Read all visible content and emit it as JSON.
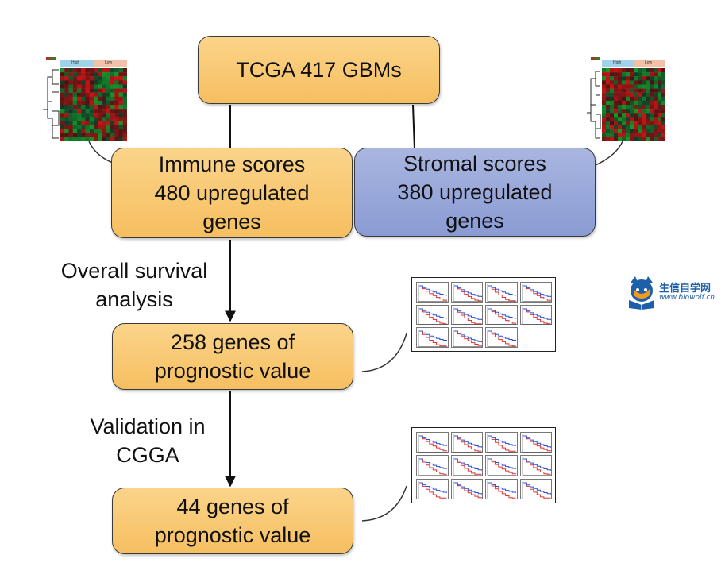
{
  "nodes": {
    "tcga": {
      "lines": [
        "TCGA 417 GBMs"
      ]
    },
    "immune": {
      "lines": [
        "Immune scores",
        "480 upregulated",
        "genes"
      ]
    },
    "stromal": {
      "lines": [
        "Stromal scores",
        "380 upregulated",
        "genes"
      ]
    },
    "prognostic258": {
      "lines": [
        "258 genes of",
        "prognostic value"
      ]
    },
    "prognostic44": {
      "lines": [
        "44 genes of",
        "prognostic value"
      ]
    }
  },
  "edge_labels": {
    "survival": [
      "Overall survival",
      "analysis"
    ],
    "validation": [
      "Validation in",
      "CGGA"
    ]
  },
  "heatmap_left": {
    "legend": [
      "High",
      "Low"
    ]
  },
  "heatmap_right": {
    "legend": [
      "High",
      "Low"
    ]
  },
  "logo": {
    "title": "生信自学网",
    "url": "www.biowolf.cn"
  },
  "colors": {
    "orange": "#f6bf60",
    "blue": "#8a9bd4",
    "heat_red": "#c0281e",
    "heat_green": "#1e8a2e",
    "km_red": "#e03030",
    "km_blue": "#3050d0"
  }
}
